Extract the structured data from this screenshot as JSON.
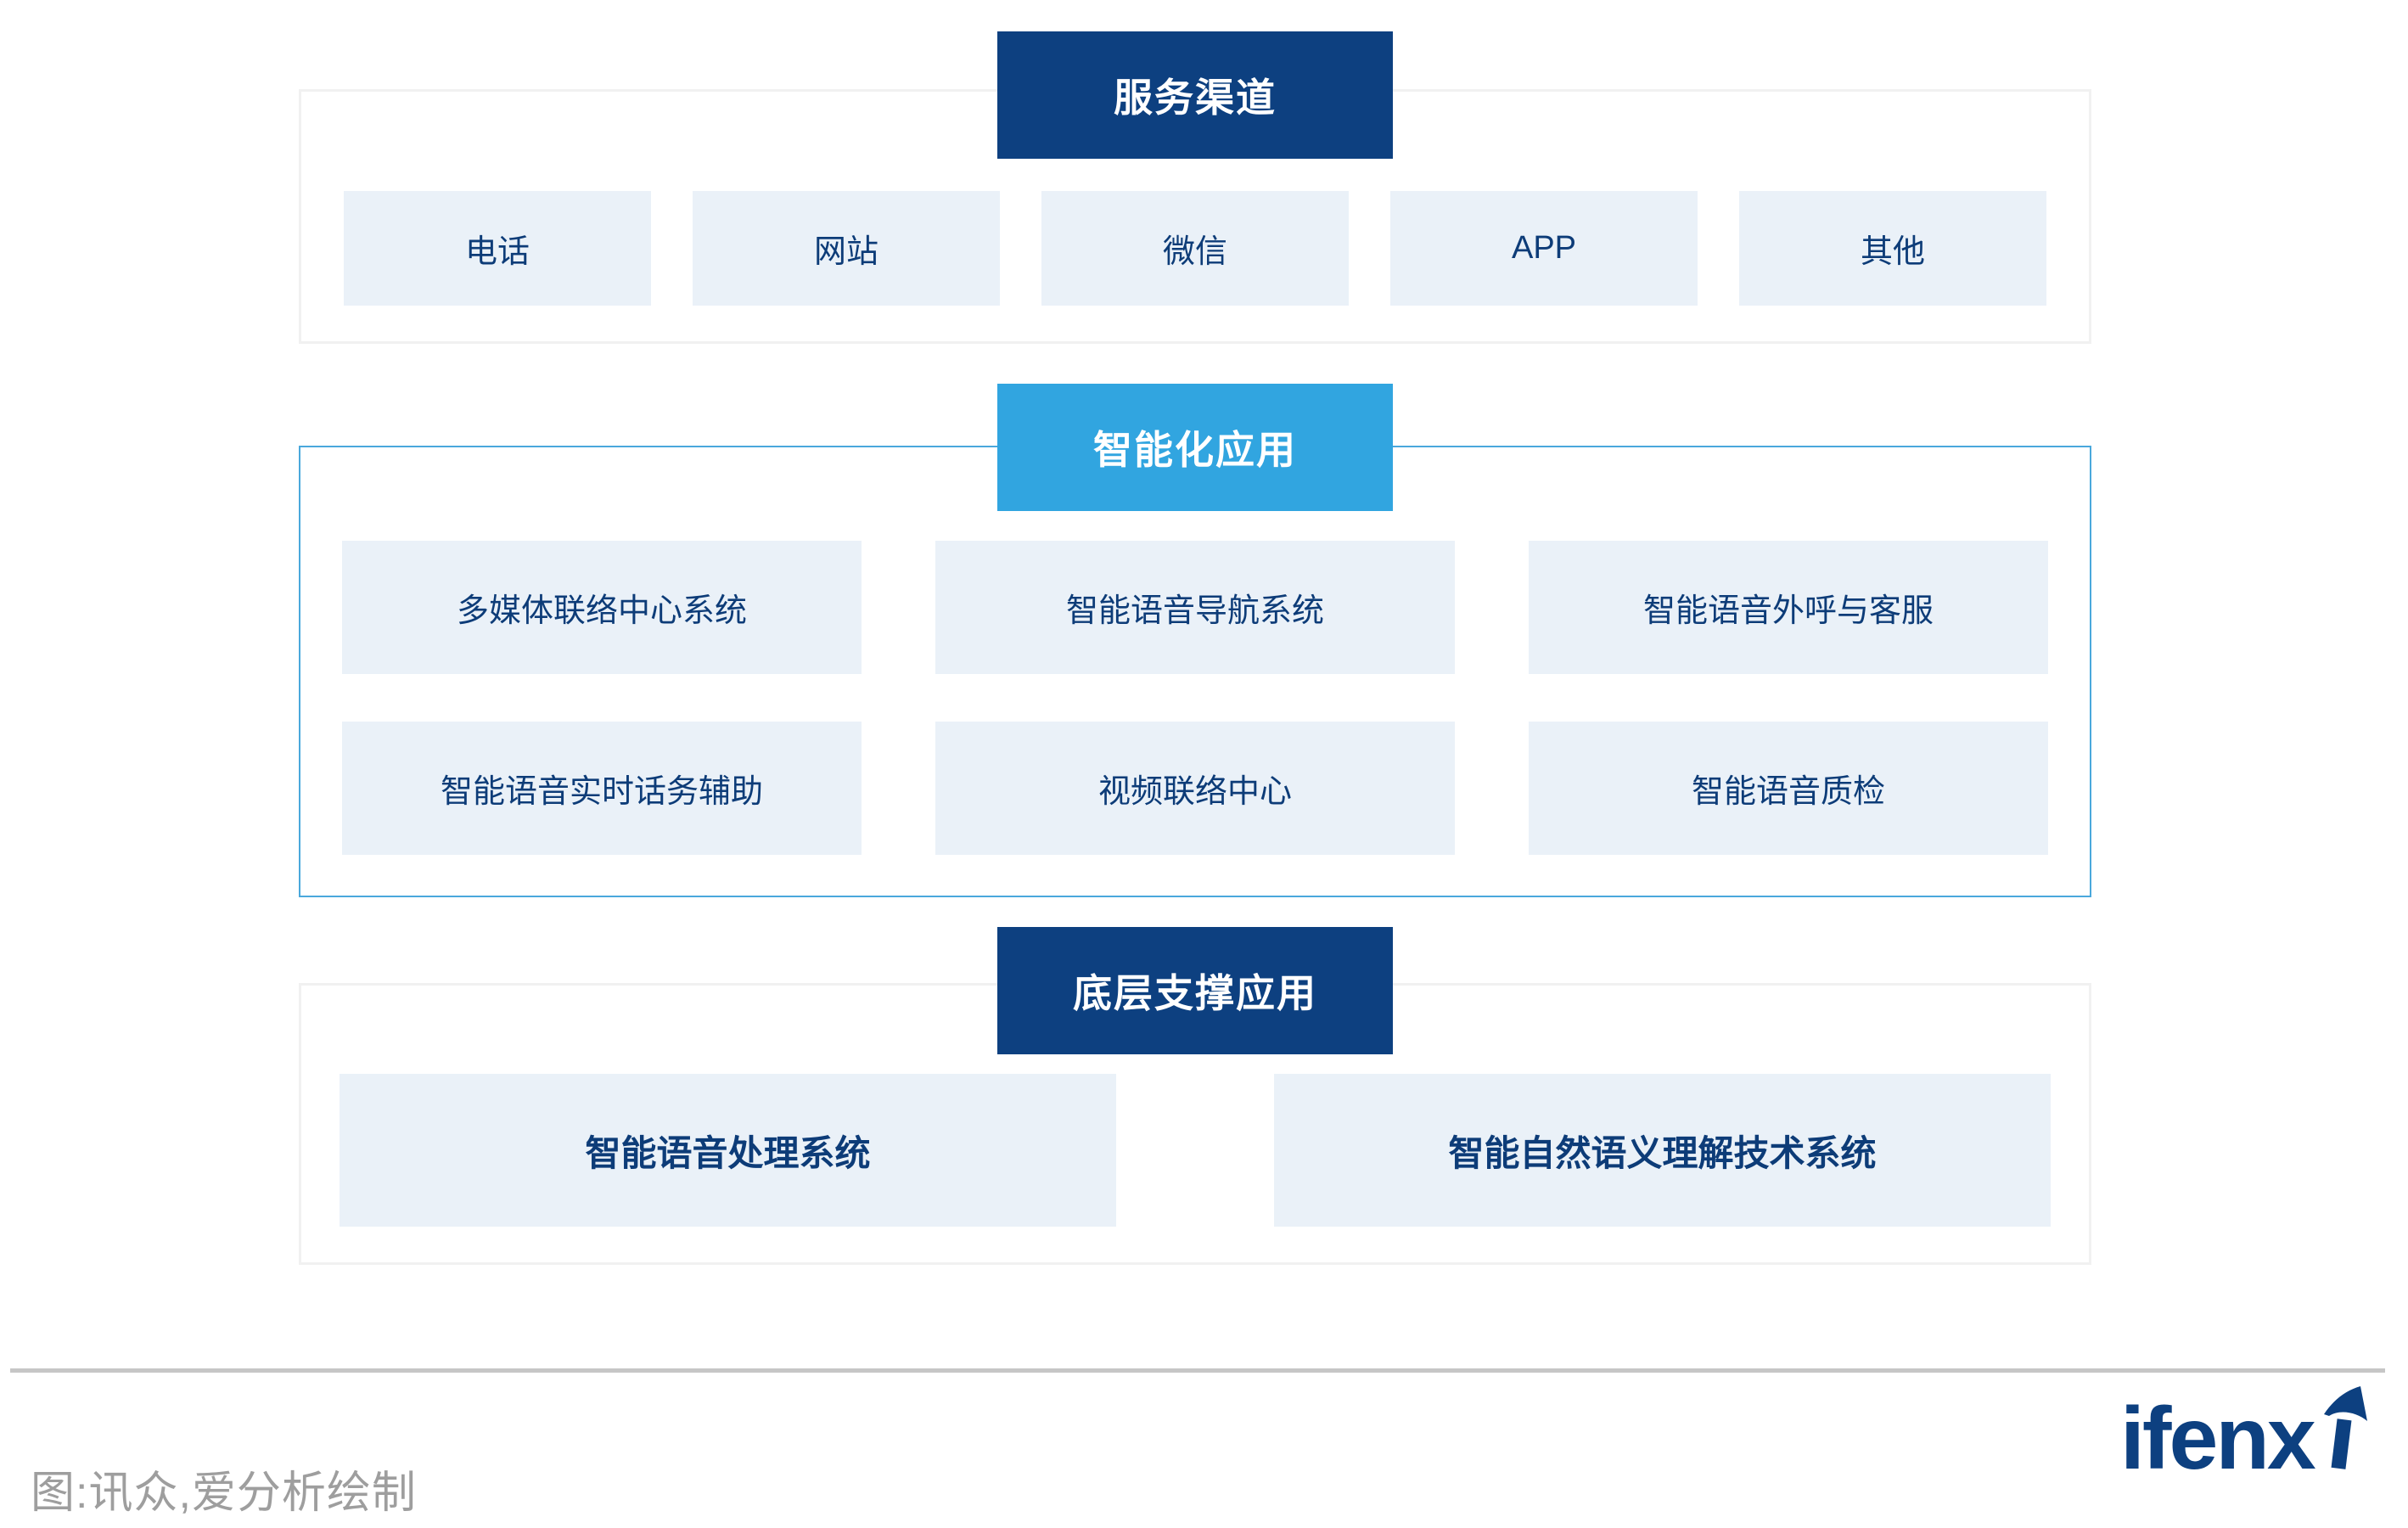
{
  "colors": {
    "navy": "#0d4080",
    "bright_blue": "#31a5e0",
    "box_fill": "#eaf1f8",
    "box_text_navy": "#0d3c78",
    "blue_border": "#4aa8dc",
    "gray_border": "#f1f1f1",
    "caption_gray": "#9e9e9e",
    "divider_gray": "#c6c6c6"
  },
  "sections": [
    {
      "id": "channels",
      "header": "服务渠道",
      "items": [
        "电话",
        "网站",
        "微信",
        "APP",
        "其他"
      ]
    },
    {
      "id": "intelligent-apps",
      "header": "智能化应用",
      "rows": [
        [
          "多媒体联络中心系统",
          "智能语音导航系统",
          "智能语音外呼与客服"
        ],
        [
          "智能语音实时话务辅助",
          "视频联络中心",
          "智能语音质检"
        ]
      ]
    },
    {
      "id": "support",
      "header": "底层支撑应用",
      "items": [
        "智能语音处理系统",
        "智能自然语义理解技术系统"
      ]
    }
  ],
  "footer": {
    "caption": "图:讯众,爱分析绘制",
    "logo_text": "ifenx"
  }
}
